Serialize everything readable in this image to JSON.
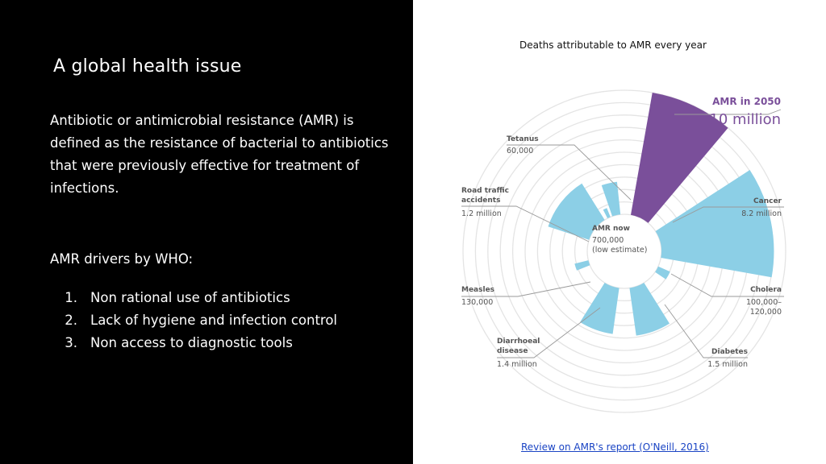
{
  "slide": {
    "title": "A global health issue",
    "definition": "Antibiotic or antimicrobial resistance (AMR) is defined as the resistance of bacterial to antibiotics that were previously effective for treatment of infections.",
    "drivers_heading": "AMR drivers by WHO:",
    "drivers": [
      {
        "num": "1.",
        "text": "Non rational use of antibiotics"
      },
      {
        "num": "2.",
        "text": "Lack of hygiene and infection control"
      },
      {
        "num": "3.",
        "text": "Non access to diagnostic tools"
      }
    ]
  },
  "chart_title": "Deaths attributable to AMR every year",
  "source_link": "Review on AMR's report (O'Neill, 2016)",
  "chart_data": {
    "type": "radial-bar",
    "max_value": 10000000,
    "center_label": {
      "name": "AMR now",
      "value_line1": "700,000",
      "value_line2": "(low estimate)"
    },
    "callout": {
      "name": "AMR in 2050",
      "value": "10 million"
    },
    "segments": [
      {
        "key": "amr2050",
        "name": "AMR in 2050",
        "value": 10000000,
        "color": "#7a4f9a"
      },
      {
        "key": "cancer",
        "name": "Cancer",
        "value_label": "8.2 million",
        "value": 8200000,
        "color": "#8ccfe6"
      },
      {
        "key": "cholera",
        "name": "Cholera",
        "value_label": "100,000–\n120,000",
        "value": 110000,
        "color": "#8ccfe6"
      },
      {
        "key": "diabetes",
        "name": "Diabetes",
        "value_label": "1.5 million",
        "value": 1500000,
        "color": "#8ccfe6"
      },
      {
        "key": "diarrhoeal",
        "name": "Diarrhoeal\ndisease",
        "value_label": "1.4 million",
        "value": 1400000,
        "color": "#8ccfe6"
      },
      {
        "key": "measles",
        "name": "Measles",
        "value_label": "130,000",
        "value": 130000,
        "color": "#8ccfe6"
      },
      {
        "key": "road",
        "name": "Road traffic\naccidents",
        "value_label": "1.2 million",
        "value": 1200000,
        "color": "#8ccfe6"
      },
      {
        "key": "tetanus",
        "name": "Tetanus",
        "value_label": "60,000",
        "value": 60000,
        "color": "#8ccfe6"
      },
      {
        "key": "amrnow",
        "name": "AMR now",
        "value": 700000,
        "color": "#8ccfe6"
      }
    ],
    "colors": {
      "amr_future": "#7a4f9a",
      "other": "#8ccfe6",
      "rings": "#e4e4e4",
      "leader": "#9a9a9a"
    }
  }
}
